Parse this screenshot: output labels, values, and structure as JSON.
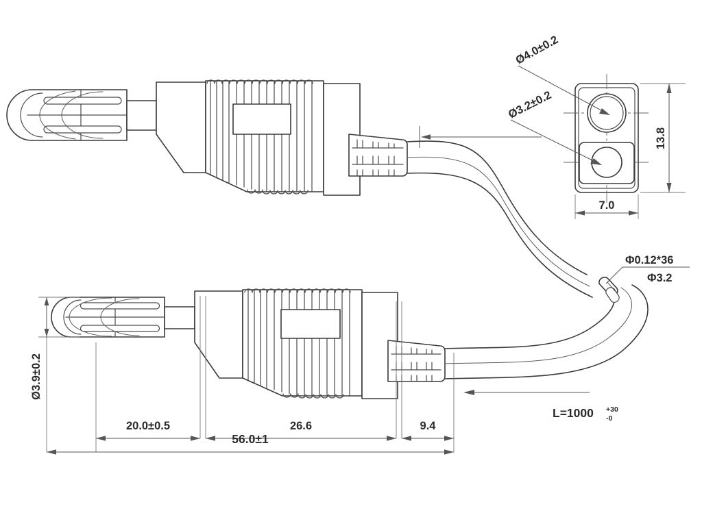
{
  "drawing": {
    "title": "Banana Plug Test Lead Assembly Drawing",
    "background_color": "#ffffff",
    "line_color": "#3a3a3a",
    "text_color": "#2b2b2b",
    "views": [
      {
        "name": "top-assembly-view",
        "description": "Banana plug with cable exiting right and bending downward"
      },
      {
        "name": "bottom-assembly-view",
        "description": "Banana plug with dimensioned cable length"
      },
      {
        "name": "end-view",
        "description": "End face view of moulded housing showing two bores"
      }
    ]
  },
  "dimensions": {
    "hole_large": "Ø4.0±0.2",
    "hole_small": "Ø3.2±0.2",
    "end_view_height": "13.8",
    "end_view_width": "7.0",
    "tip_diameter": "Ø3.9±0.2",
    "tip_length": "20.0±0.5",
    "body_length": "26.6",
    "relief_length": "9.4",
    "overall_length": "56.0±1"
  },
  "cable": {
    "strands": "Φ0.12*36",
    "outer_diameter": "Φ3.2",
    "length_base": "L=1000",
    "length_tol_upper": "+30",
    "length_tol_lower": "-0"
  }
}
